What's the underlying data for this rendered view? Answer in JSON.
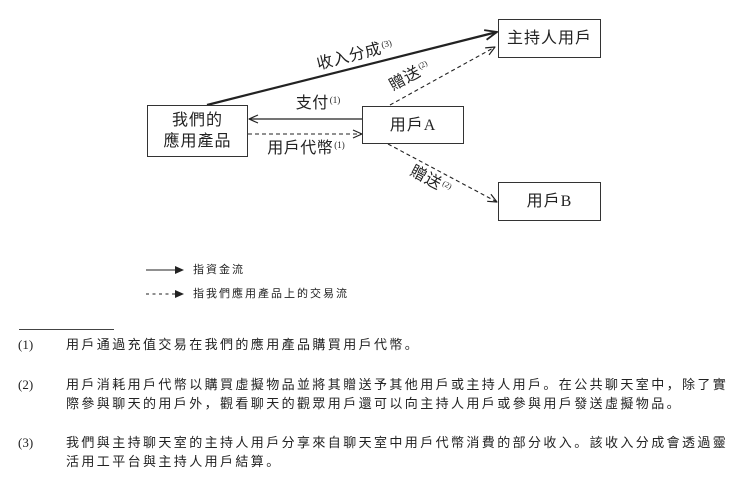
{
  "diagram": {
    "nodes": {
      "app": {
        "lines": [
          "我們的",
          "應用產品"
        ]
      },
      "user_a": {
        "label": "用戶A"
      },
      "host": {
        "label": "主持人用戶"
      },
      "user_b": {
        "label": "用戶B"
      }
    },
    "edges": {
      "revenue_share": {
        "label": "收入分成",
        "note": "(3)",
        "dashed": false
      },
      "payment": {
        "label": "支付",
        "note": "(1)",
        "dashed": false
      },
      "user_tokens": {
        "label": "用戶代幣",
        "note": "(1)",
        "dashed": true
      },
      "gift_to_host": {
        "label": "贈送",
        "note": "(2)",
        "dashed": true
      },
      "gift_to_user_b": {
        "label": "贈送",
        "note": "(2)",
        "dashed": true
      }
    }
  },
  "legend": [
    {
      "label": "指資金流",
      "dashed": false
    },
    {
      "label": "指我們應用產品上的交易流",
      "dashed": true
    }
  ],
  "footnotes": [
    {
      "number": "(1)",
      "lines": [
        "用戶通過充值交易在我們的應用產品購買用戶代幣。"
      ]
    },
    {
      "number": "(2)",
      "lines": [
        "用戶消耗用戶代幣以購買虛擬物品並將其贈送予其他用戶或主持人用戶。在公共聊天室中，除了實",
        "際參與聊天的用戶外，觀看聊天的觀眾用戶還可以向主持人用戶或參與用戶發送虛擬物品。"
      ]
    },
    {
      "number": "(3)",
      "lines": [
        "我們與主持聊天室的主持人用戶分享來自聊天室中用戶代幣消費的部分收入。該收入分成會透過靈",
        "活用工平台與主持人用戶結算。"
      ]
    }
  ],
  "colors": {
    "ink": "#222222",
    "border": "#333333",
    "background": "#ffffff"
  }
}
